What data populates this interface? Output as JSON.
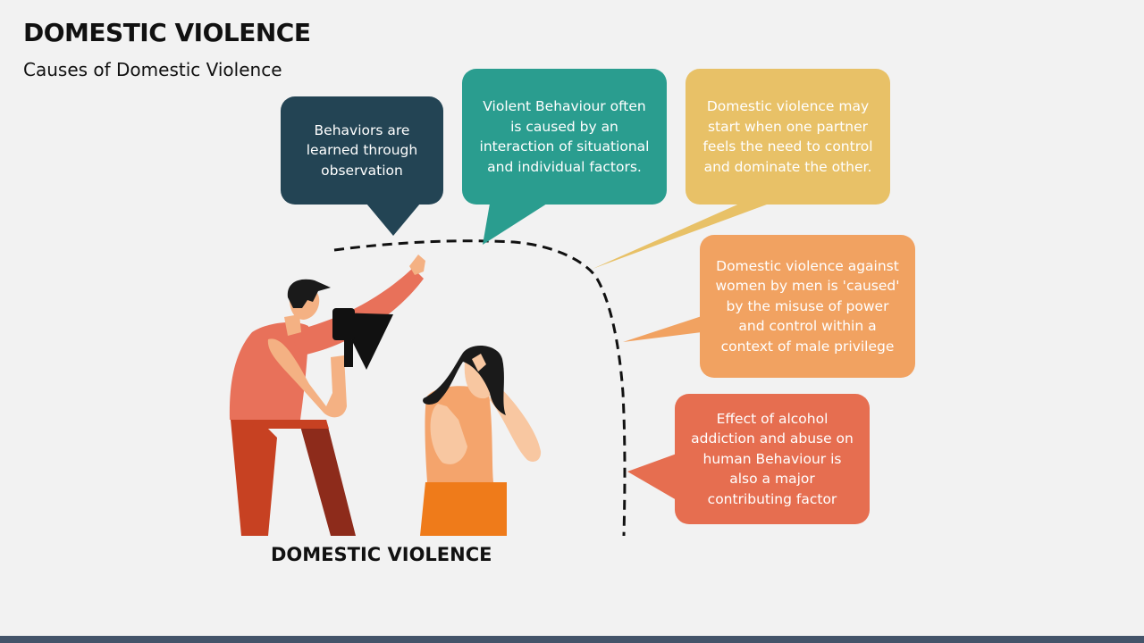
{
  "slide": {
    "title": "DOMESTIC VIOLENCE",
    "subtitle": "Causes of Domestic Violence"
  },
  "illustration": {
    "label": "DOMESTIC VIOLENCE"
  },
  "causes": [
    {
      "text": "Behaviors are learned through observation",
      "color": "#234454"
    },
    {
      "text": "Violent Behaviour often is caused by an interaction of situational and individual factors.",
      "color": "#2a9d8f"
    },
    {
      "text": "Domestic violence may start when one partner feels the need to control and dominate the other.",
      "color": "#e8c167"
    },
    {
      "text": "Domestic violence against women by men is 'caused' by the misuse of power and control within a context of male privilege",
      "color": "#f1a261"
    },
    {
      "text": "Effect of alcohol addiction and abuse on human Behaviour is also a major contributing factor",
      "color": "#e66e50"
    }
  ],
  "footer": {
    "color": "#44546a"
  }
}
